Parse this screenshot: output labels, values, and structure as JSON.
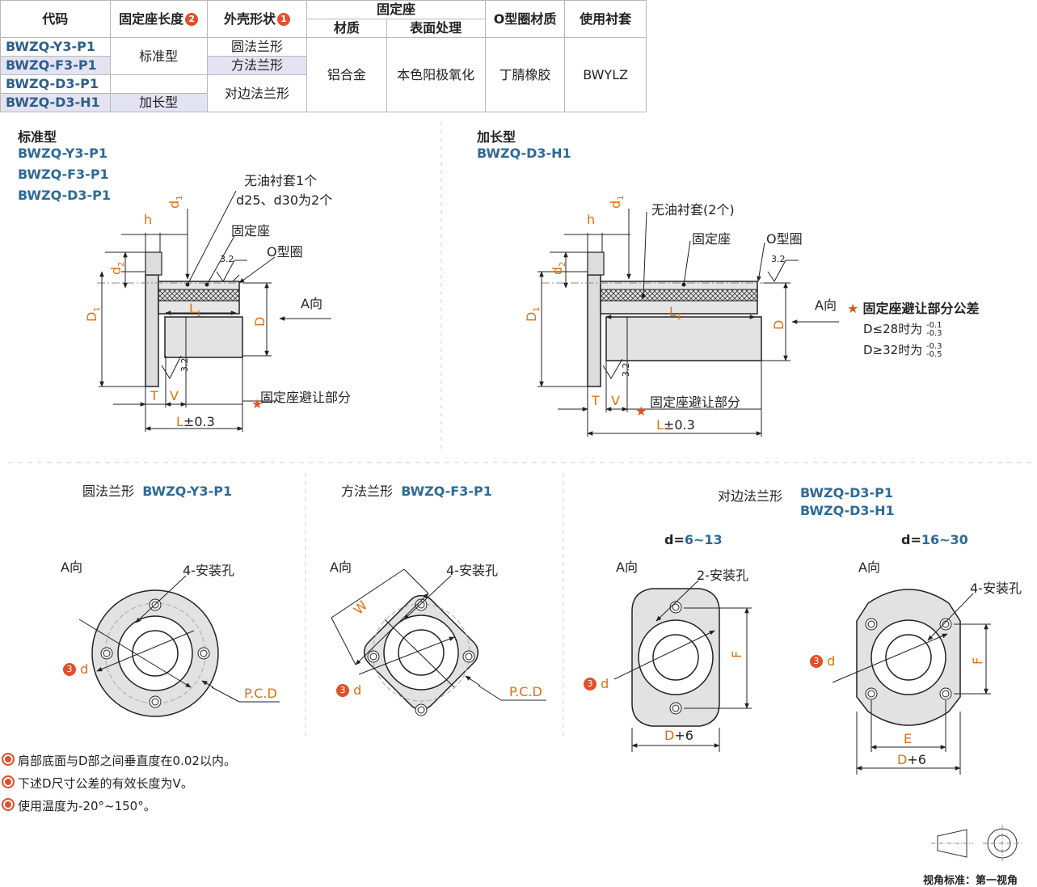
{
  "table": {
    "headers": {
      "code": "代码",
      "length": "固定座长度",
      "length_badge": "2",
      "shape": "外壳形状",
      "shape_badge": "1",
      "seat": "固定座",
      "material": "材质",
      "surface": "表面处理",
      "oring": "O型圈材质",
      "bushing": "使用衬套"
    },
    "codes": [
      "BWZQ-Y3-P1",
      "BWZQ-F3-P1",
      "BWZQ-D3-P1",
      "BWZQ-D3-H1"
    ],
    "length_standard": "标准型",
    "length_long": "加长型",
    "shape_round": "圆法兰形",
    "shape_square": "方法兰形",
    "shape_pair": "对边法兰形",
    "material": "铝合金",
    "surface": "本色阳极氧化",
    "oring": "丁腈橡胶",
    "bushing": "BWYLZ"
  },
  "section_standard": {
    "title": "标准型",
    "codes": [
      "BWZQ-Y3-P1",
      "BWZQ-F3-P1",
      "BWZQ-D3-P1"
    ],
    "callout_bushing_1": "无油衬套1个",
    "callout_bushing_2": "d25、d30为2个",
    "callout_seat": "固定座",
    "callout_oring": "O型圈",
    "dir_a": "A向",
    "relief": "固定座避让部分",
    "dim_h": "h",
    "dim_d1": "d",
    "dim_d1_sub": "1",
    "dim_d2": "d",
    "dim_d2_sub": "2",
    "dim_D1": "D",
    "dim_D1_sub": "1",
    "dim_L1": "L",
    "dim_L1_sub": "1",
    "dim_D": "D",
    "dim_T": "T",
    "dim_V": "V",
    "dim_L": "L",
    "dim_L_tol": "±0.3",
    "rough": "3.2"
  },
  "section_long": {
    "title": "加长型",
    "code": "BWZQ-D3-H1",
    "callout_bushing": "无油衬套(2个)",
    "callout_seat": "固定座",
    "callout_oring": "O型圈",
    "dir_a": "A向",
    "relief": "固定座避让部分",
    "tol_title": "固定座避让部分公差",
    "tol_row1": "D≤28时为",
    "tol_row1_up": "-0.1",
    "tol_row1_low": "-0.3",
    "tol_row2": "D≥32时为",
    "tol_row2_up": "-0.3",
    "tol_row2_low": "-0.5"
  },
  "views": {
    "round_title": "圆法兰形",
    "round_code": "BWZQ-Y3-P1",
    "square_title": "方法兰形",
    "square_code": "BWZQ-F3-P1",
    "pair_title": "对边法兰形",
    "pair_codes": [
      "BWZQ-D3-P1",
      "BWZQ-D3-H1"
    ],
    "range_small_prefix": "d=",
    "range_small": "6~13",
    "range_large_prefix": "d=",
    "range_large": "16~30",
    "dir_a": "A向",
    "holes4": "4-安装孔",
    "holes2": "2-安装孔",
    "pcd": "P.C.D",
    "badge3": "3",
    "d": "d",
    "w": "W",
    "F": "F",
    "E": "E",
    "D6_D": "D",
    "D6_plus": "+6"
  },
  "notes": [
    "肩部底面与D部之间垂直度在0.02以内。",
    "下述D尺寸公差的有效长度为V。",
    "使用温度为-20°~150°。"
  ],
  "projection": "视角标准：第一视角",
  "colors": {
    "accent_blue": "#2f6a96",
    "orange": "#e07010",
    "badge": "#e0502a",
    "row_alt": "#e3e3f3"
  }
}
